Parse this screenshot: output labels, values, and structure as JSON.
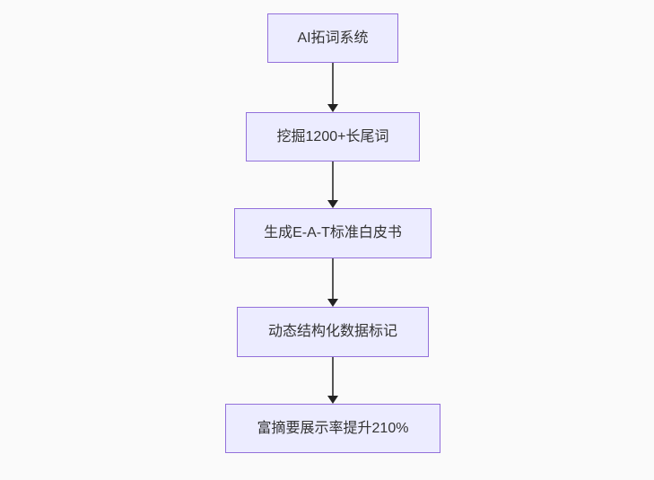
{
  "flowchart": {
    "type": "flowchart",
    "direction": "top-down",
    "colors": {
      "background": "#fafafa",
      "node_fill": "#ECECFF",
      "node_border": "#9370DB",
      "text_color": "#333333",
      "edge_color": "#555555",
      "arrowhead_color": "#222222"
    },
    "nodes": [
      {
        "label": "AI拓词系统"
      },
      {
        "label": "挖掘1200+长尾词"
      },
      {
        "label": "生成E-A-T标准白皮书"
      },
      {
        "label": "动态结构化数据标记"
      },
      {
        "label": "富摘要展示率提升210%"
      }
    ],
    "edges": [
      {
        "from": 0,
        "to": 1,
        "style": "arrow-down"
      },
      {
        "from": 1,
        "to": 2,
        "style": "arrow-down"
      },
      {
        "from": 2,
        "to": 3,
        "style": "arrow-down"
      },
      {
        "from": 3,
        "to": 4,
        "style": "arrow-down"
      }
    ]
  }
}
